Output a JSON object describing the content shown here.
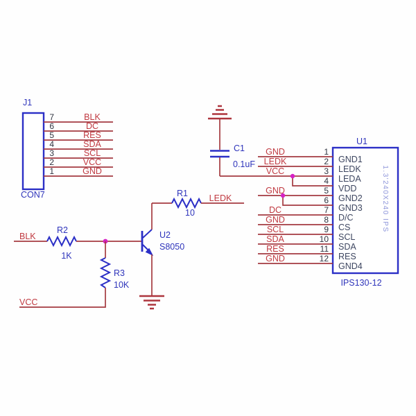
{
  "colors": {
    "wire": "#a43a40",
    "component_outline": "#2b2fc6",
    "net_label": "#c03940",
    "designator": "#2e34bb",
    "pin_number": "#2f3340",
    "pin_name": "#3d4660",
    "junction_dot": "#d621c4",
    "ground_symbol": "#ad353d",
    "display_note": "#8d95da",
    "background": "#ffffff"
  },
  "j1": {
    "designator": "J1",
    "type": "CON7",
    "pins": [
      {
        "number": "7",
        "net": "BLK"
      },
      {
        "number": "6",
        "net": "DC"
      },
      {
        "number": "5",
        "net": "RES"
      },
      {
        "number": "4",
        "net": "SDA"
      },
      {
        "number": "3",
        "net": "SCL"
      },
      {
        "number": "2",
        "net": "VCC"
      },
      {
        "number": "1",
        "net": "GND"
      }
    ]
  },
  "u1": {
    "designator": "U1",
    "part": "IPS130-12",
    "display_note": "1.3'240X240 IPS",
    "pins": [
      {
        "number": "1",
        "name": "GND1",
        "net": "GND"
      },
      {
        "number": "2",
        "name": "LEDK",
        "net": "LEDK"
      },
      {
        "number": "3",
        "name": "LEDA",
        "net": "VCC"
      },
      {
        "number": "4",
        "name": "VDD",
        "net": ""
      },
      {
        "number": "5",
        "name": "GND2",
        "net": "GND"
      },
      {
        "number": "6",
        "name": "GND3",
        "net": ""
      },
      {
        "number": "7",
        "name": "D/C",
        "net": "DC"
      },
      {
        "number": "8",
        "name": "CS",
        "net": "GND"
      },
      {
        "number": "9",
        "name": "SCL",
        "net": "SCL"
      },
      {
        "number": "10",
        "name": "SDA",
        "net": "SDA"
      },
      {
        "number": "11",
        "name": "RES",
        "net": "RES"
      },
      {
        "number": "12",
        "name": "GND4",
        "net": "GND"
      }
    ]
  },
  "c1": {
    "designator": "C1",
    "value": "0.1uF"
  },
  "r1": {
    "designator": "R1",
    "value": "10",
    "net_right": "LEDK"
  },
  "r2": {
    "designator": "R2",
    "value": "1K",
    "net_left": "BLK"
  },
  "r3": {
    "designator": "R3",
    "value": "10K"
  },
  "q1": {
    "designator": "U2",
    "part": "S8050"
  },
  "power": {
    "vcc": "VCC"
  }
}
